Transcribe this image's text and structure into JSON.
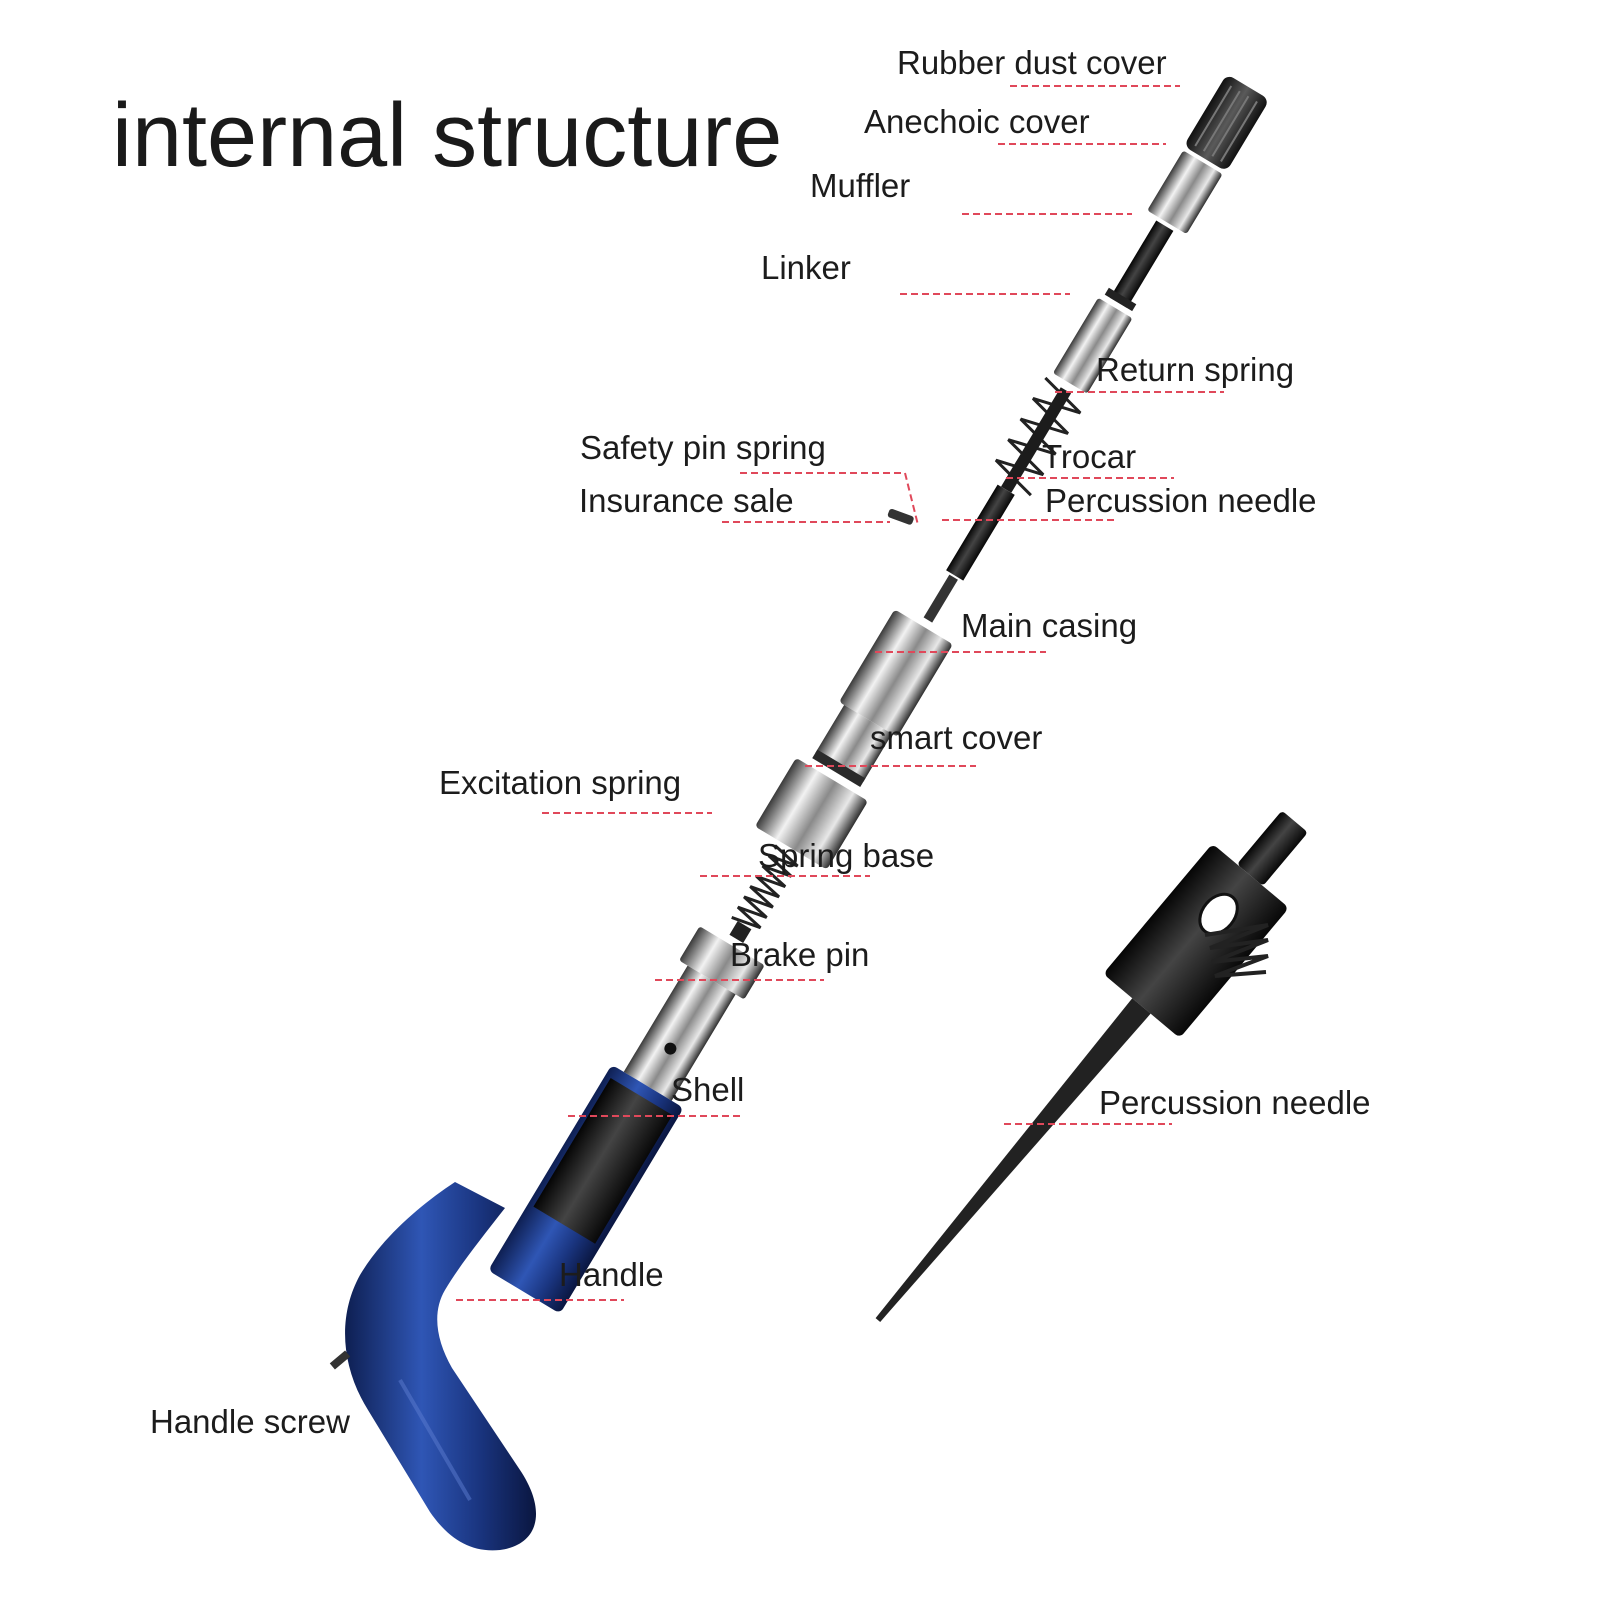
{
  "title": "internal structure",
  "labels": {
    "rubber_dust_cover": "Rubber dust cover",
    "anechoic_cover": "Anechoic cover",
    "muffler": "Muffler",
    "linker": "Linker",
    "return_spring": "Return spring",
    "safety_pin_spring": "Safety pin spring",
    "trocar": "Trocar",
    "insurance_sale": "Insurance sale",
    "percussion_needle": "Percussion needle",
    "main_casing": "Main casing",
    "smart_cover": "smart cover",
    "excitation_spring": "Excitation spring",
    "spring_base": "Spring base",
    "brake_pin": "Brake pin",
    "shell": "Shell",
    "handle": "Handle",
    "handle_screw": "Handle screw",
    "detail_percussion_needle": "Percussion needle"
  },
  "colors": {
    "leader_line": "#e0485a",
    "handle_blue": "#1f3f8f",
    "metal_dark": "#1d1d1d"
  }
}
